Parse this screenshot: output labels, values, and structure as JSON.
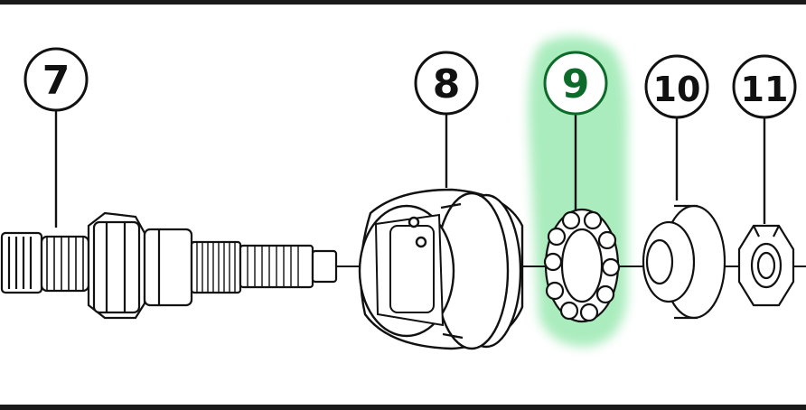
{
  "diagram": {
    "callouts": [
      {
        "id": "7",
        "label": "7",
        "highlighted": false
      },
      {
        "id": "8",
        "label": "8",
        "highlighted": false
      },
      {
        "id": "9",
        "label": "9",
        "highlighted": true
      },
      {
        "id": "10",
        "label": "10",
        "highlighted": false
      },
      {
        "id": "11",
        "label": "11",
        "highlighted": false
      }
    ],
    "parts": [
      {
        "callout": "7",
        "icon": "splined-axle-with-cone-and-spring-icon"
      },
      {
        "callout": "8",
        "icon": "freehub-body-icon"
      },
      {
        "callout": "9",
        "icon": "ball-bearing-retainer-icon"
      },
      {
        "callout": "10",
        "icon": "cone-washer-icon"
      },
      {
        "callout": "11",
        "icon": "hex-lock-nut-icon"
      }
    ]
  },
  "colors": {
    "ink": "#111111",
    "background": "#ffffff",
    "frame": "#1a1a1a",
    "highlight": "#8ee6a8",
    "highlight_text": "#0d6b2a"
  }
}
